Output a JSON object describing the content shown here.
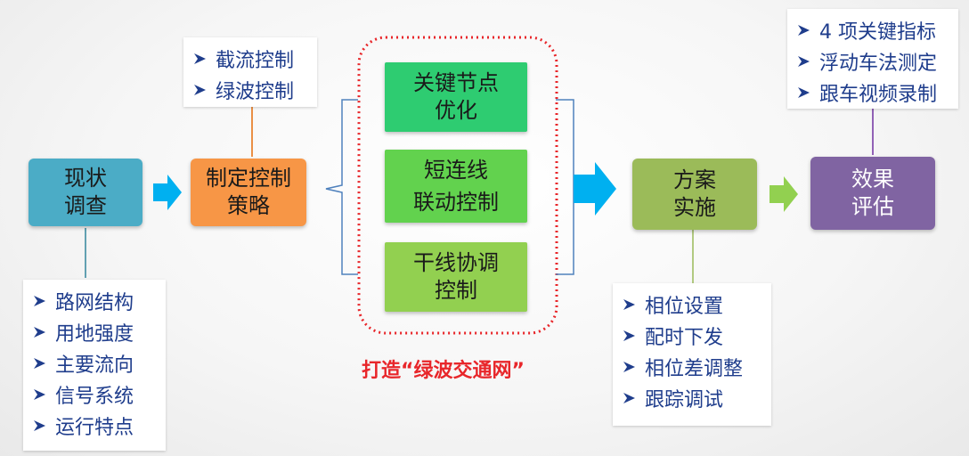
{
  "nodes": {
    "survey": {
      "lines": [
        "现状",
        "调查"
      ],
      "color": "#4bacc6"
    },
    "strategy": {
      "lines": [
        "制定控制",
        "策略"
      ],
      "color": "#f79646"
    },
    "key_nodes": {
      "lines": [
        "关键节点",
        "优化"
      ],
      "color": "#2ecc71"
    },
    "short_link": {
      "lines": [
        "短连线",
        "联动控制"
      ],
      "color": "#62d24e"
    },
    "arterial": {
      "lines": [
        "干线协调",
        "控制"
      ],
      "color": "#92d050"
    },
    "implement": {
      "lines": [
        "方案",
        "实施"
      ],
      "color": "#9bbb59"
    },
    "evaluate": {
      "lines": [
        "效果",
        "评估"
      ],
      "color": "#8064a2"
    }
  },
  "panels": {
    "strategy_items": [
      "截流控制",
      "绿波控制"
    ],
    "survey_items": [
      "路网结构",
      "用地强度",
      "主要流向",
      "信号系统",
      "运行特点"
    ],
    "implement_items": [
      "相位设置",
      "配时下发",
      "相位差调整",
      "跟踪调试"
    ],
    "evaluate_items": [
      "4 项关键指标",
      "浮动车法测定",
      "跟车视频录制"
    ]
  },
  "caption": "打造“绿波交通网”",
  "colors": {
    "arrow_blue": "#00b0f0",
    "arrow_green": "#92d050",
    "dotted_border": "#e8262a",
    "bracket": "#4f81bd",
    "list_text": "#1f3d8c",
    "connector_orange": "#e46c0a",
    "connector_teal": "#31859c",
    "connector_green": "#9bbb59",
    "connector_purple": "#7030a0"
  },
  "icons": {
    "bullet": "chevron-arrow-icon"
  }
}
